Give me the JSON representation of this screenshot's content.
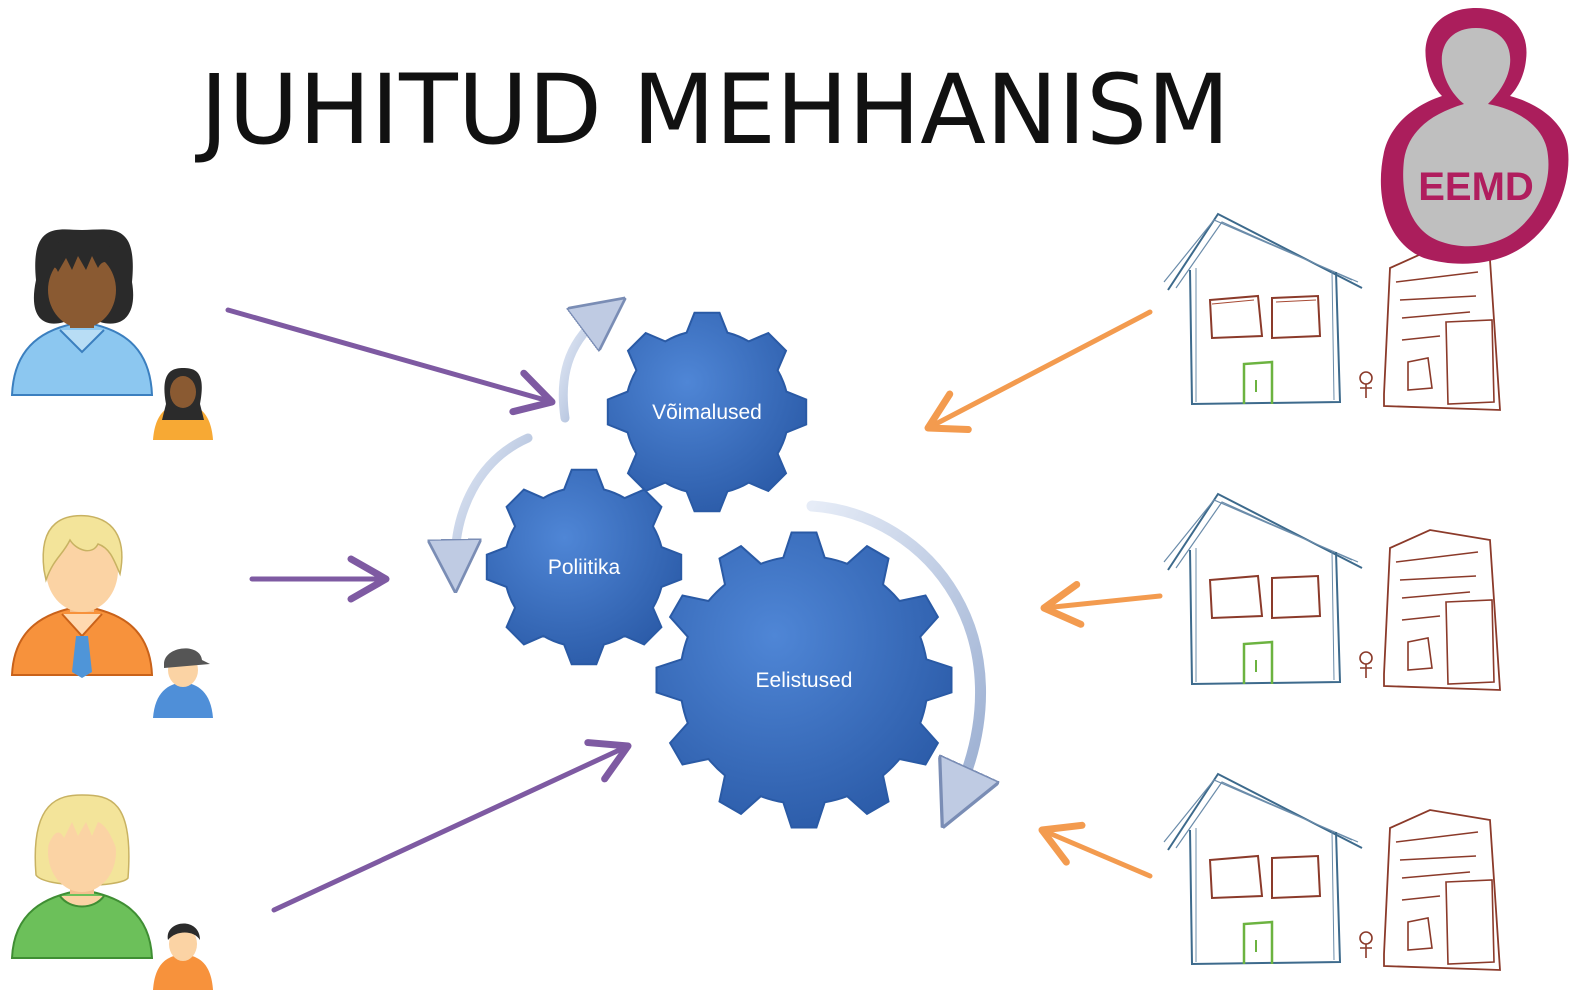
{
  "title": "JUHITUD MEHHANISM",
  "logo": {
    "text": "EEMD",
    "color": "#b01e5e"
  },
  "gears": [
    {
      "id": "voimalused",
      "label": "Võimalused"
    },
    {
      "id": "poliitika",
      "label": "Poliitika"
    },
    {
      "id": "eelistused",
      "label": "Eelistused"
    }
  ],
  "colors": {
    "gear": "#3a6fc0",
    "people_arrows": "#7e5aa2",
    "house_arrows": "#f39b4f",
    "cycle_arrows": "#a8b8d8",
    "house_outline": "#3d6a8c",
    "drawing_outline": "#8b3a2a",
    "door": "#6cb340"
  },
  "icons": [
    "person-dark-hair-blue-shirt-icon",
    "person-blond-orange-shirt-icon",
    "person-blond-green-shirt-icon",
    "child-icon",
    "house-sketch-icon",
    "child-drawing-icon"
  ]
}
